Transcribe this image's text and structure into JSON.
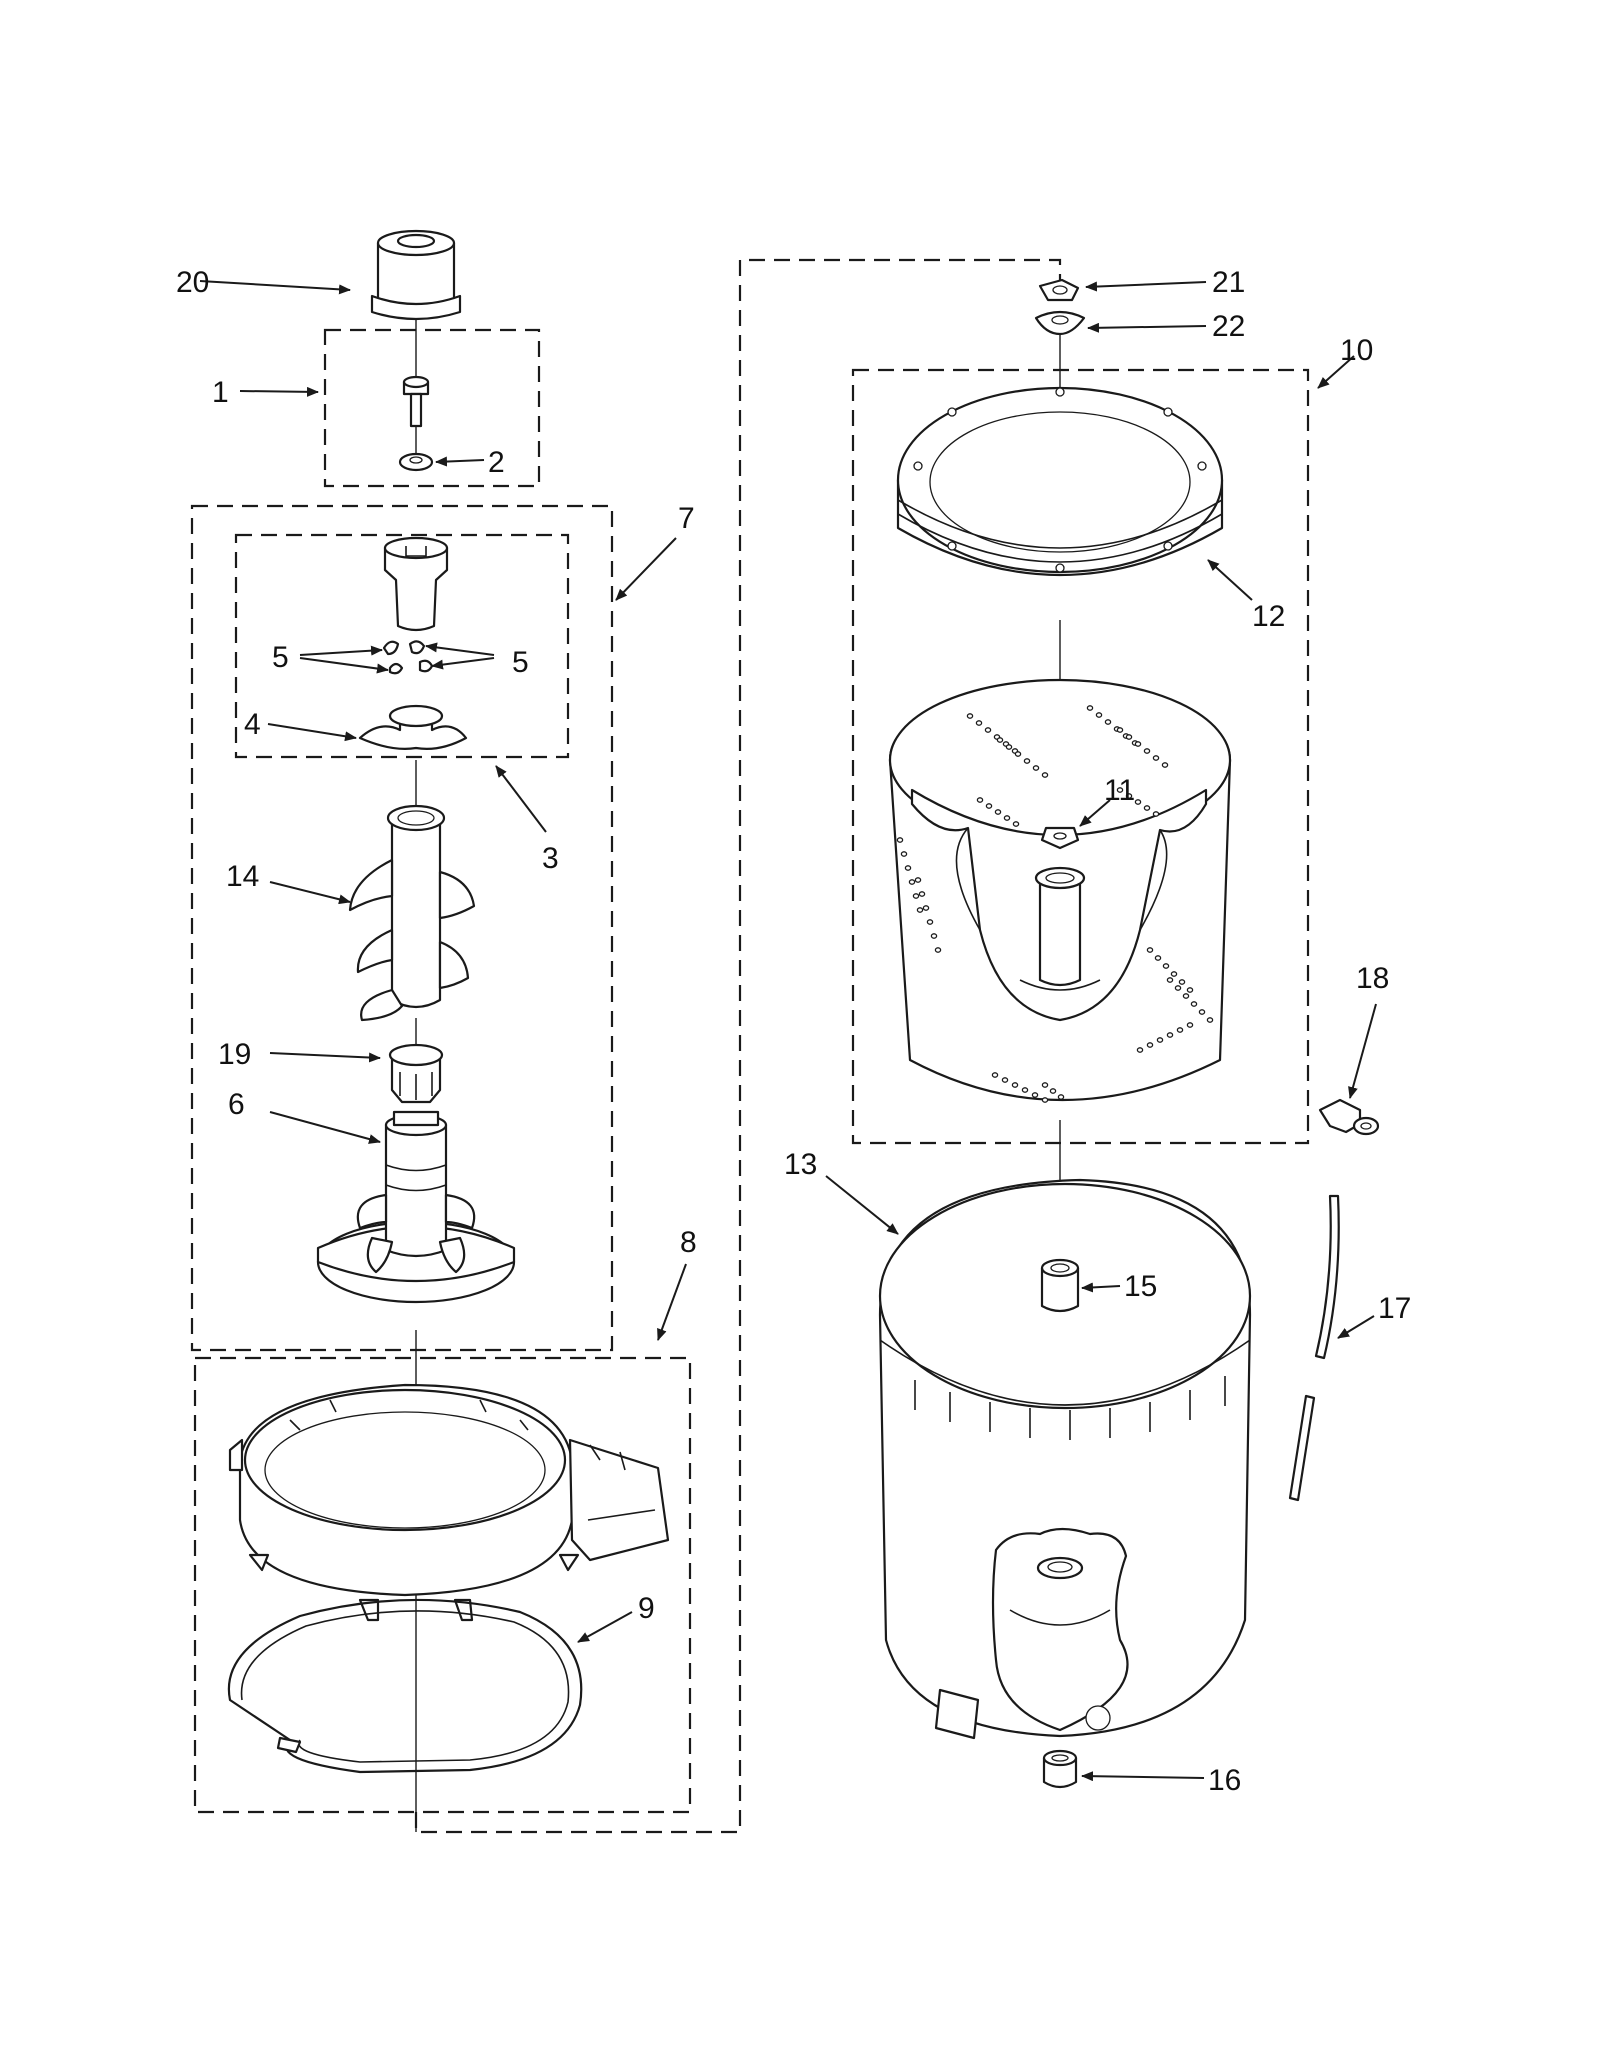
{
  "diagram": {
    "callouts": [
      {
        "id": "c20",
        "label": "20"
      },
      {
        "id": "c1",
        "label": "1"
      },
      {
        "id": "c2",
        "label": "2"
      },
      {
        "id": "c7",
        "label": "7"
      },
      {
        "id": "c5a",
        "label": "5"
      },
      {
        "id": "c5b",
        "label": "5"
      },
      {
        "id": "c4",
        "label": "4"
      },
      {
        "id": "c3",
        "label": "3"
      },
      {
        "id": "c14",
        "label": "14"
      },
      {
        "id": "c19",
        "label": "19"
      },
      {
        "id": "c6",
        "label": "6"
      },
      {
        "id": "c8",
        "label": "8"
      },
      {
        "id": "c9",
        "label": "9"
      },
      {
        "id": "c21",
        "label": "21"
      },
      {
        "id": "c22",
        "label": "22"
      },
      {
        "id": "c10",
        "label": "10"
      },
      {
        "id": "c12",
        "label": "12"
      },
      {
        "id": "c11",
        "label": "11"
      },
      {
        "id": "c18",
        "label": "18"
      },
      {
        "id": "c13",
        "label": "13"
      },
      {
        "id": "c15",
        "label": "15"
      },
      {
        "id": "c17",
        "label": "17"
      },
      {
        "id": "c16",
        "label": "16"
      }
    ]
  }
}
